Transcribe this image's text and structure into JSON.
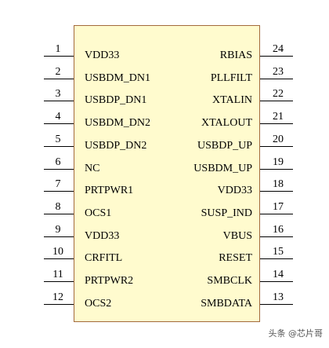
{
  "left_pins": [
    {
      "num": "1",
      "label": "VDD33"
    },
    {
      "num": "2",
      "label": "USBDM_DN1"
    },
    {
      "num": "3",
      "label": "USBDP_DN1"
    },
    {
      "num": "4",
      "label": "USBDM_DN2"
    },
    {
      "num": "5",
      "label": "USBDP_DN2"
    },
    {
      "num": "6",
      "label": "NC"
    },
    {
      "num": "7",
      "label": "PRTPWR1"
    },
    {
      "num": "8",
      "label": "OCS1"
    },
    {
      "num": "9",
      "label": "VDD33"
    },
    {
      "num": "10",
      "label": "CRFITL"
    },
    {
      "num": "11",
      "label": "PRTPWR2"
    },
    {
      "num": "12",
      "label": "OCS2"
    }
  ],
  "right_pins": [
    {
      "num": "24",
      "label": "RBIAS"
    },
    {
      "num": "23",
      "label": "PLLFILT"
    },
    {
      "num": "22",
      "label": "XTALIN"
    },
    {
      "num": "21",
      "label": "XTALOUT"
    },
    {
      "num": "20",
      "label": "USBDP_UP"
    },
    {
      "num": "19",
      "label": "USBDM_UP"
    },
    {
      "num": "18",
      "label": "VDD33"
    },
    {
      "num": "17",
      "label": "SUSP_IND"
    },
    {
      "num": "16",
      "label": "VBUS"
    },
    {
      "num": "15",
      "label": "RESET"
    },
    {
      "num": "14",
      "label": "SMBCLK"
    },
    {
      "num": "13",
      "label": "SMBDATA"
    }
  ],
  "watermark": "头条 @芯片哥",
  "colors": {
    "chip_fill": "#fffbce",
    "chip_border": "#a36a3c"
  }
}
